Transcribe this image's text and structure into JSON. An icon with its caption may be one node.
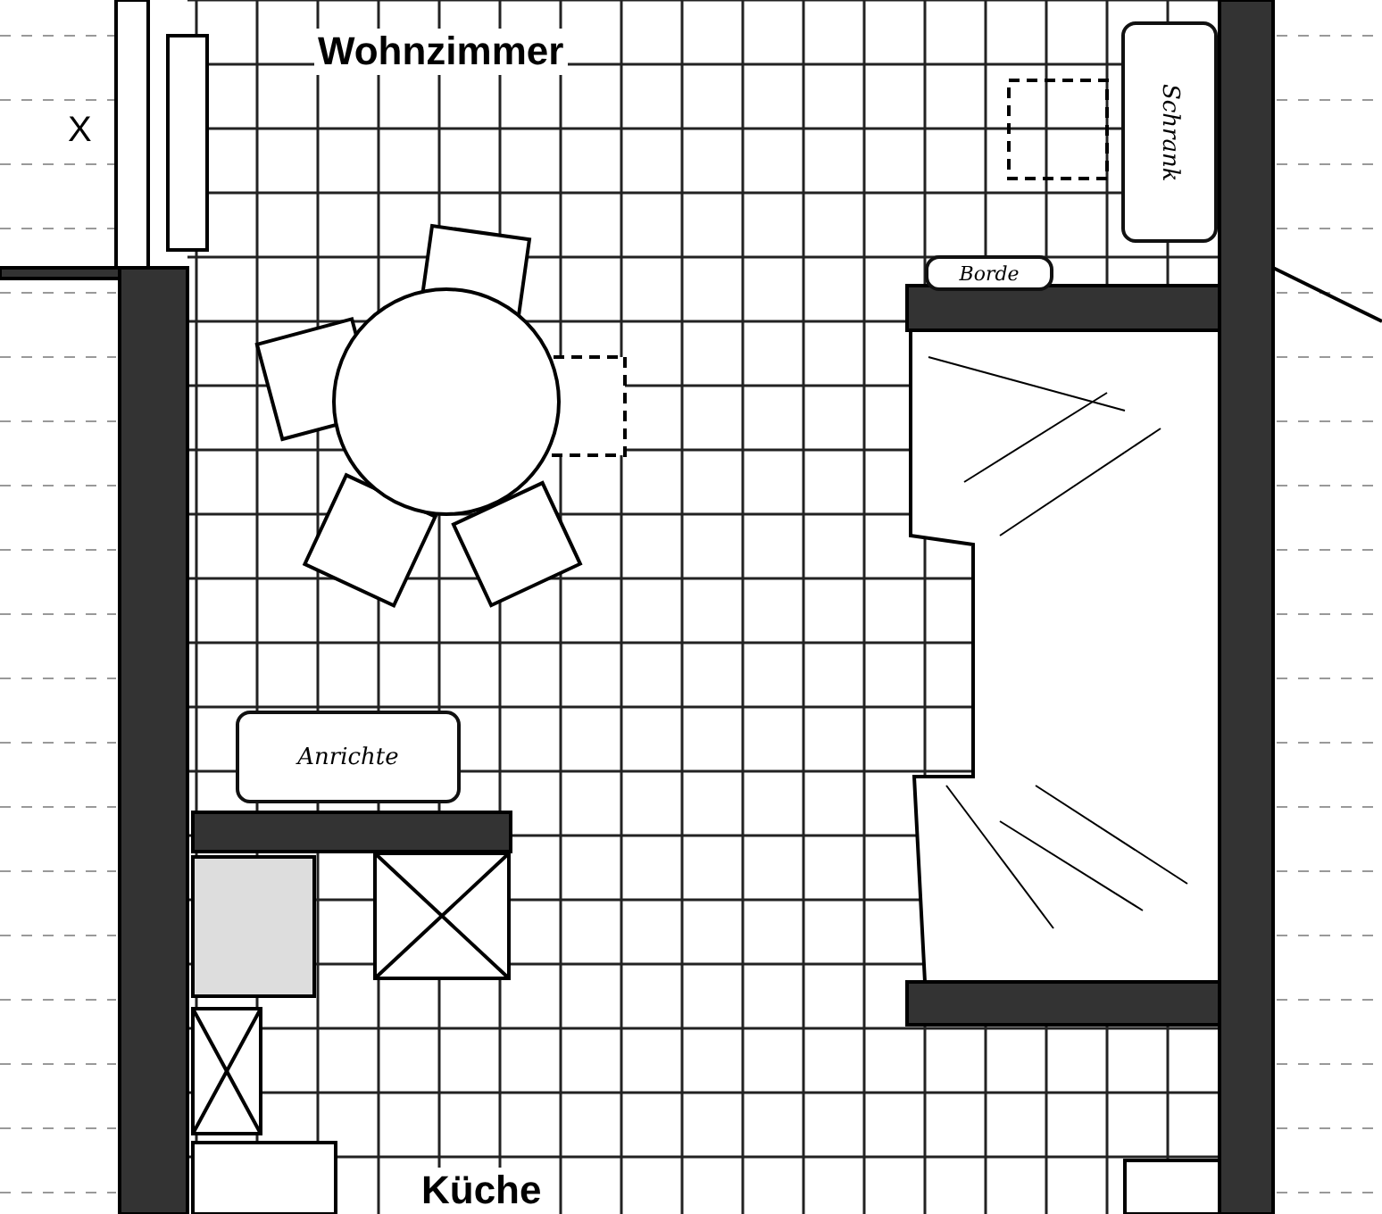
{
  "diagram": {
    "nodes": [
      {
        "text": [
          "Schrank"
        ]
      },
      {
        "text": [
          "Borde"
        ]
      },
      {
        "text": [
          "Anrichte"
        ]
      }
    ],
    "labels": [
      "Wohnzimmer",
      "X",
      "Küche"
    ]
  }
}
